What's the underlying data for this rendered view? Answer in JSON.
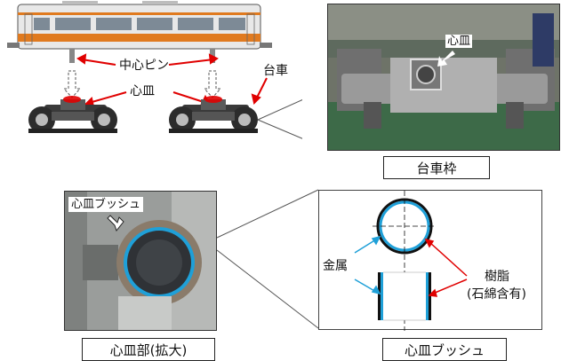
{
  "labels": {
    "center_pin": "中心ピン",
    "center_plate_top": "心皿",
    "bogie": "台車",
    "center_plate_photo": "心皿",
    "bushing_photo": "心皿ブッシュ",
    "metal": "金属",
    "resin_line1": "樹脂",
    "resin_line2": "(石綿含有)"
  },
  "captions": {
    "bogie_frame": "台車枠",
    "center_plate_zoom": "心皿部(拡大)",
    "bushing": "心皿ブッシュ"
  },
  "colors": {
    "train_orange": "#e07a1f",
    "train_body": "#e8e8e8",
    "bushing_blue": "#1fa0d8",
    "callout_red": "#e00000"
  }
}
